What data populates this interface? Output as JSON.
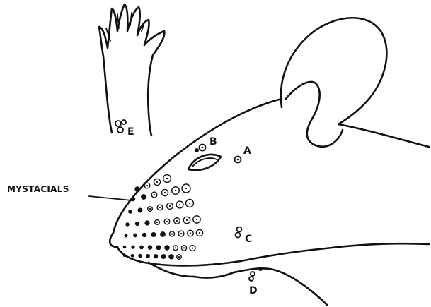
{
  "labels": {
    "mystacials": "MYSTACIALS",
    "a": "A",
    "b": "B",
    "c": "C",
    "d": "D",
    "e": "E"
  },
  "colors": {
    "ink": "#111111",
    "background": "#ffffff"
  }
}
